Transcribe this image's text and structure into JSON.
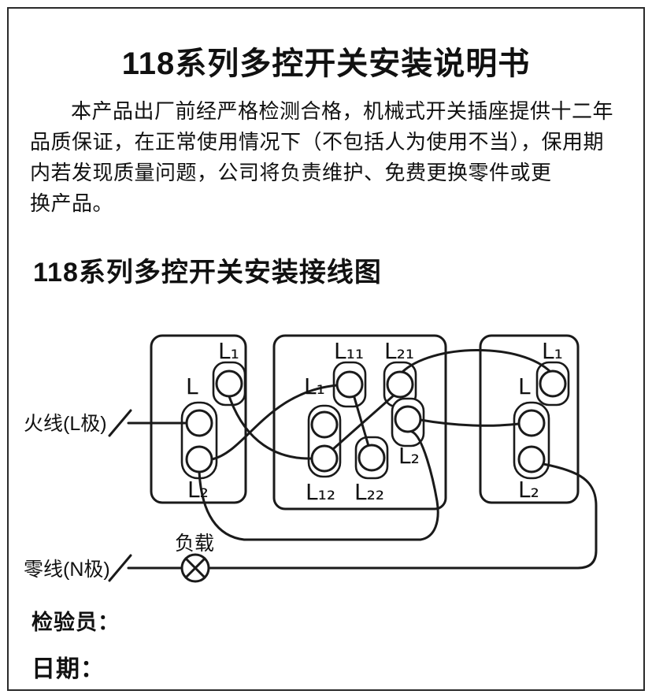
{
  "page": {
    "title": "118系列多控开关安装说明书",
    "intro_lines": [
      "本产品出厂前经严格检测合格，机械式开关插座提供十二年",
      "品质保证，在正常使用情况下（不包括人为使用不当），保用期",
      "内若发现质量问题，公司将负责维护、免费更换零件或更",
      "换产品。"
    ],
    "diagram_heading": "118系列多控开关安装接线图",
    "inspector_label": "检验员：",
    "date_label": "日期："
  },
  "diagram": {
    "wire_labels": {
      "live": "火线(L极)",
      "neutral": "零线(N极)",
      "load": "负载"
    },
    "switch1": {
      "l1": "L₁",
      "l": "L",
      "l2": "L₂"
    },
    "switch2": {
      "l11": "L₁₁",
      "l21": "L₂₁",
      "l1": "L₁",
      "l2": "L₂",
      "l12": "L₁₂",
      "l22": "L₂₂"
    },
    "switch3": {
      "l1": "L₁",
      "l": "L",
      "l2": "L₂"
    },
    "colors": {
      "line": "#1a1a1a",
      "background": "#ffffff"
    }
  }
}
